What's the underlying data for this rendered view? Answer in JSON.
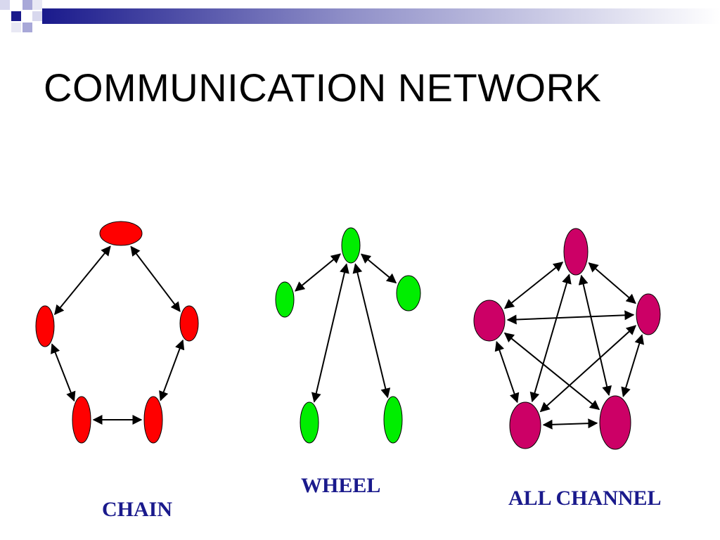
{
  "slide": {
    "title": "COMMUNICATION NETWORK"
  },
  "colors": {
    "accent_dark": "#1a1a8c",
    "accent_light": "#8f8fc8",
    "chain_node": "#ff0000",
    "wheel_node": "#00ee00",
    "all_channel_node": "#cc0066",
    "label_text": "#1a1a8c"
  },
  "networks": [
    {
      "id": "chain",
      "label": "CHAIN",
      "node_count": 5,
      "links": [
        [
          0,
          1
        ],
        [
          0,
          2
        ],
        [
          1,
          3
        ],
        [
          2,
          4
        ],
        [
          3,
          4
        ]
      ]
    },
    {
      "id": "wheel",
      "label": "WHEEL",
      "node_count": 5,
      "center_node": 0,
      "links": [
        [
          0,
          1
        ],
        [
          0,
          2
        ],
        [
          0,
          3
        ],
        [
          0,
          4
        ]
      ]
    },
    {
      "id": "all-channel",
      "label": "ALL CHANNEL",
      "node_count": 5,
      "links": [
        [
          0,
          1
        ],
        [
          0,
          2
        ],
        [
          0,
          3
        ],
        [
          0,
          4
        ],
        [
          1,
          2
        ],
        [
          1,
          3
        ],
        [
          1,
          4
        ],
        [
          2,
          3
        ],
        [
          2,
          4
        ],
        [
          3,
          4
        ]
      ]
    }
  ]
}
